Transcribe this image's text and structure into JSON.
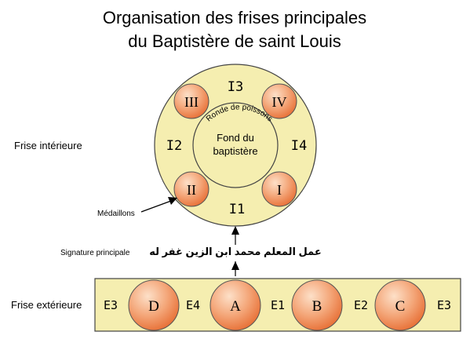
{
  "title": {
    "line1": "Organisation des frises principales",
    "line2": "du Baptistère de saint Louis"
  },
  "colors": {
    "frieze_fill": "#f5eeb0",
    "medallion_light": "#fde0c8",
    "medallion_dark": "#e8733a",
    "stroke": "#444444",
    "text": "#000000"
  },
  "interior": {
    "label": "Frise intérieure",
    "center_line1": "Fond du",
    "center_line2": "baptistère",
    "ring_text": "Ronde de poissons",
    "sections": {
      "i1": "I1",
      "i2": "I2",
      "i3": "I3",
      "i4": "I4"
    },
    "medallions": {
      "m1": "I",
      "m2": "II",
      "m3": "III",
      "m4": "IV"
    }
  },
  "medaillons_label": "Médaillons",
  "signature": {
    "label": "Signature principale",
    "text": "عمل المعلم محمد ابن الزين غفر له"
  },
  "exterior": {
    "label": "Frise extérieure",
    "sections": {
      "e3_left": "E3",
      "e4": "E4",
      "e1": "E1",
      "e2": "E2",
      "e3_right": "E3"
    },
    "medallions": {
      "d": "D",
      "a": "A",
      "b": "B",
      "c": "C"
    }
  }
}
